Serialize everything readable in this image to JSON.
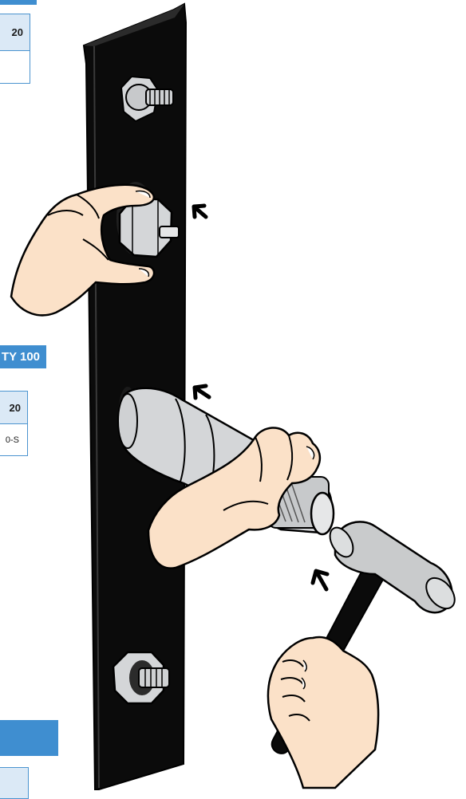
{
  "table_top": {
    "header": "20",
    "body": ""
  },
  "banner_middle": {
    "text": "TY 100"
  },
  "table_middle": {
    "header": "20",
    "body": "0-S"
  },
  "banner_bottom": {
    "text": ""
  },
  "colors": {
    "accent_blue": "#3f8ed0",
    "header_fill": "#dbe9f6",
    "plate": "#0b0b0b",
    "metal": "#d4d6d8",
    "skin": "#fbe1c8",
    "hammer_head": "#c9cbcc"
  },
  "icons": [
    "arrow-icon-upper",
    "arrow-icon-middle",
    "arrow-icon-lower"
  ]
}
